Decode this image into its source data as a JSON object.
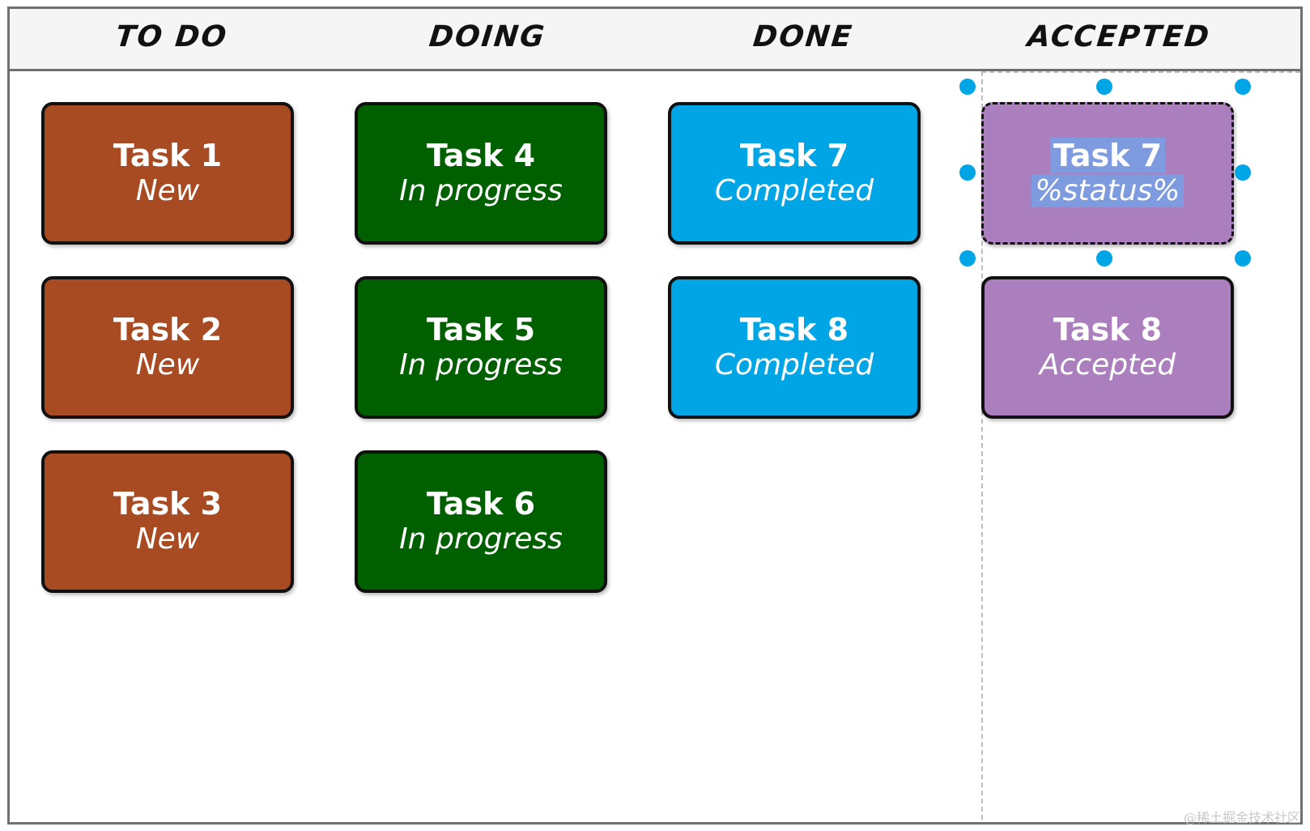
{
  "columns": [
    {
      "title": "TO DO"
    },
    {
      "title": "DOING"
    },
    {
      "title": "DONE"
    },
    {
      "title": "ACCEPTED"
    }
  ],
  "cards": {
    "task1": {
      "title": "Task 1",
      "status": "New"
    },
    "task2": {
      "title": "Task 2",
      "status": "New"
    },
    "task3": {
      "title": "Task 3",
      "status": "New"
    },
    "task4": {
      "title": "Task 4",
      "status": "In progress"
    },
    "task5": {
      "title": "Task 5",
      "status": "In progress"
    },
    "task6": {
      "title": "Task 6",
      "status": "In progress"
    },
    "task7": {
      "title": "Task 7",
      "status": "Completed"
    },
    "task8": {
      "title": "Task 8",
      "status": "Completed"
    },
    "task7_accepted": {
      "title": "Task 7",
      "status": "%status%"
    },
    "task8_accepted": {
      "title": "Task 8",
      "status": "Accepted"
    }
  },
  "colors": {
    "todo": "#a84a22",
    "doing": "#006000",
    "done": "#00a5e6",
    "accepted": "#ab7fbd",
    "selection_handle": "#00a5e6",
    "text_highlight": "#7e9be0"
  },
  "watermark": "@稀土掘金技术社区"
}
